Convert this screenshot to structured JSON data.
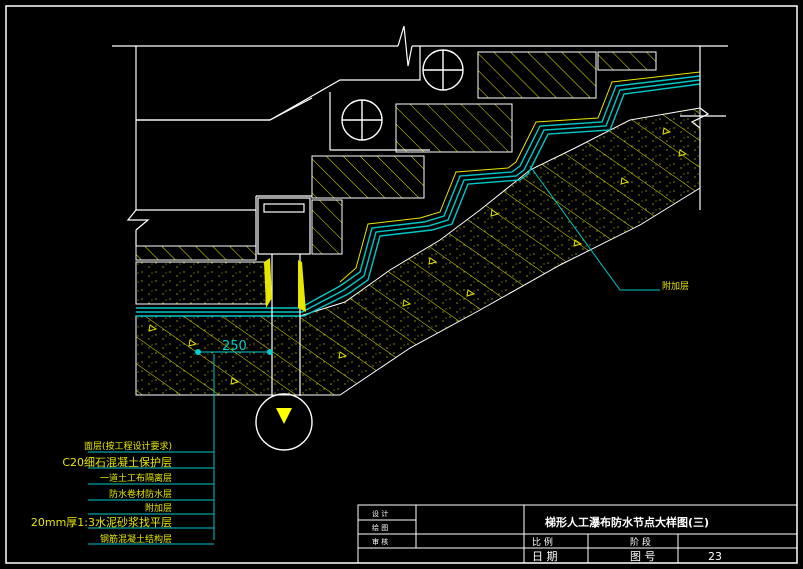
{
  "drawing": {
    "dimension": "250",
    "annotation_right": "附加层",
    "colors": {
      "background": "#000000",
      "frame": "#ffffff",
      "hatch": "#e6e600",
      "membrane": "#00c8c8",
      "leader": "#00c8c8",
      "dimension": "#00d0d0",
      "text": "#e6e600",
      "marker": "#ffff00"
    }
  },
  "legend": {
    "items": [
      "面层(按工程设计要求)",
      "C20细石混凝土保护层",
      "一道土工布隔离层",
      "防水卷材防水层",
      "附加层",
      "20mm厚1:3水泥砂浆找平层",
      "钢筋混凝土结构层"
    ]
  },
  "title_block": {
    "row1_label": "设 计",
    "row2_label": "绘 图",
    "row3_label": "审 核",
    "title": "梯形人工瀑布防水节点大样图(三)",
    "scale_label": "比 例",
    "stage_label": "阶 段",
    "date_label": "日 期",
    "drawing_no_label": "图 号",
    "drawing_no": "23"
  }
}
